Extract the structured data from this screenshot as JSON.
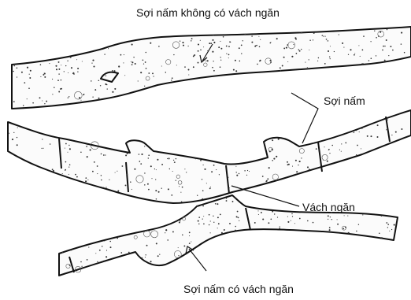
{
  "labels": {
    "top": "Sợi nấm không có vách ngăn",
    "middle": "Sợi nấm",
    "septum": "Vách ngăn",
    "bottom": "Sợi nấm  có vách ngăn"
  },
  "colors": {
    "ink": "#111111",
    "background": "#ffffff"
  }
}
